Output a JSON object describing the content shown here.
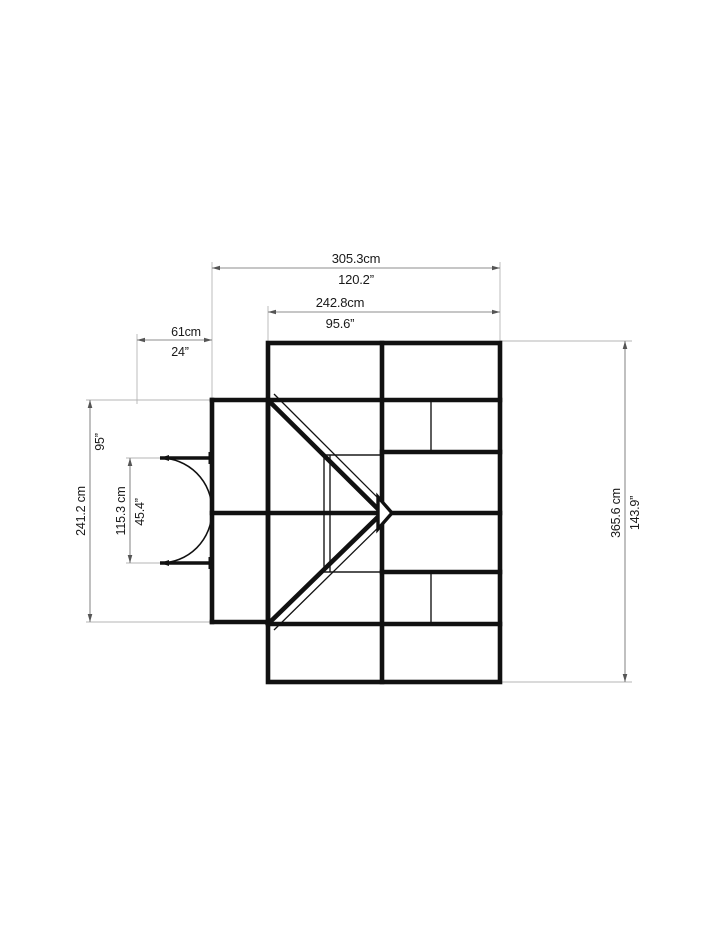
{
  "drawing": {
    "type": "architectural-floor-plan",
    "subject": "greenhouse-floor-plan",
    "background_color": "#ffffff",
    "wall_color": "#111111",
    "dimension_line_color": "#9a9a9a",
    "dimension_text_color": "#1a1a1a"
  },
  "dimensions": {
    "overall_width": {
      "name": "overall-width",
      "metric": "305.3cm",
      "imperial": "120.2”",
      "orientation": "horizontal",
      "position": "top"
    },
    "inner_width": {
      "name": "inner-width",
      "metric": "242.8cm",
      "imperial": "95.6”",
      "orientation": "horizontal",
      "position": "top"
    },
    "wing_width": {
      "name": "side-wing-width",
      "metric": "61cm",
      "imperial": "24”",
      "orientation": "horizontal",
      "position": "top-left"
    },
    "wing_depth": {
      "name": "side-wing-depth",
      "metric": "241.2 cm",
      "imperial": "95”",
      "orientation": "vertical",
      "position": "left-outer"
    },
    "door_opening": {
      "name": "door-opening-height",
      "metric": "115.3 cm",
      "imperial": "45.4”",
      "orientation": "vertical",
      "position": "left-inner"
    },
    "overall_depth": {
      "name": "overall-depth",
      "metric": "365.6 cm",
      "imperial": "143.9”",
      "orientation": "vertical",
      "position": "right-outer"
    }
  },
  "features": {
    "double_door": {
      "name": "double-swing-door",
      "leaf_count": 2,
      "swing": "outward-left"
    },
    "roof_diagonals": {
      "name": "roof-ridge-diagonals",
      "count": 2,
      "converge_point": "center-right"
    },
    "panels": {
      "name": "glazing-panels",
      "grid": "mullion-divided"
    }
  }
}
